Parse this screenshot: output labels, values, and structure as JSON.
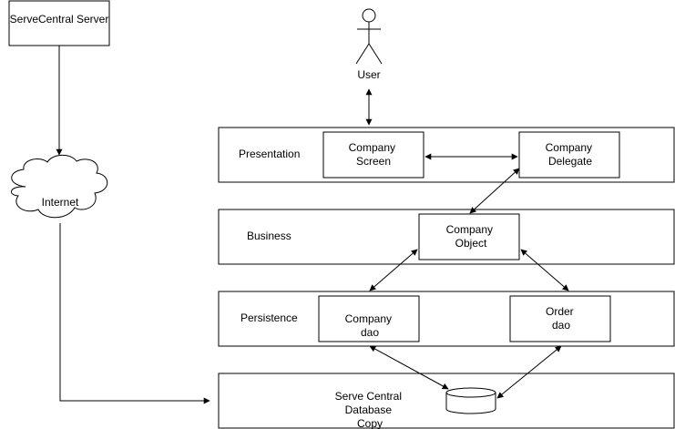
{
  "nodes": {
    "server": "ServeCentral Server",
    "internet": "Internet",
    "user": "User",
    "presentation": "Presentation",
    "business": "Business",
    "persistence": "Persistence",
    "company_screen": [
      "Company",
      "Screen"
    ],
    "company_delegate": [
      "Company",
      "Delegate"
    ],
    "company_object": [
      "Company",
      "Object"
    ],
    "company_dao": [
      "Company",
      "dao"
    ],
    "order_dao": [
      "Order",
      "dao"
    ],
    "db_copy": [
      "Serve Central",
      "Database",
      "Copy"
    ]
  },
  "colors": {
    "stroke": "#000000",
    "fill": "#ffffff"
  }
}
